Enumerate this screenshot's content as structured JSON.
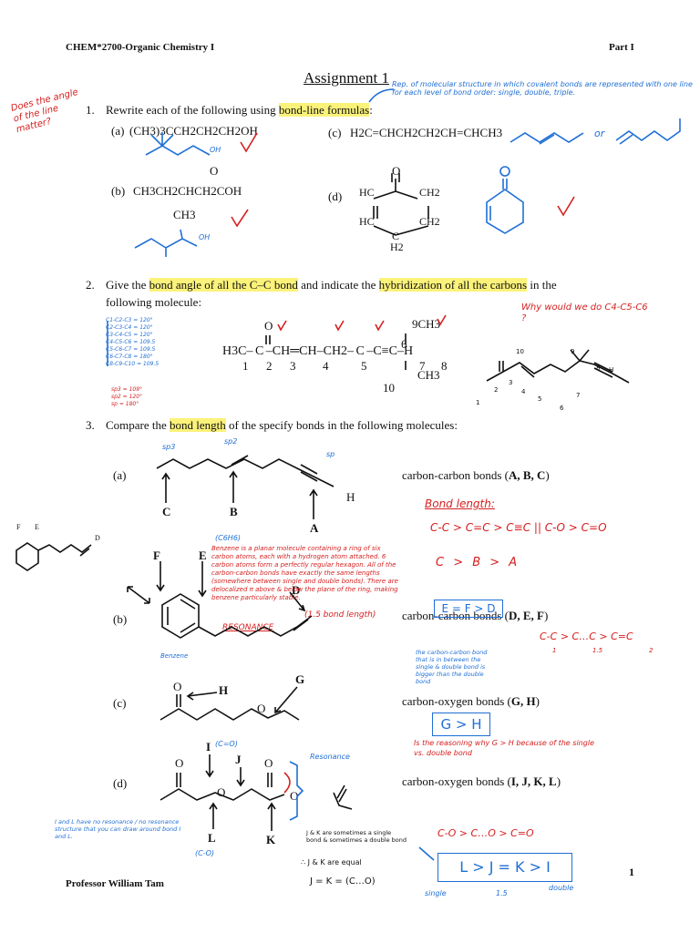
{
  "header": {
    "course": "CHEM*2700-Organic Chemistry I",
    "part": "Part I",
    "title": "Assignment 1",
    "footer_left": "Professor William Tam",
    "page_number": "1"
  },
  "q1": {
    "number": "1.",
    "text_before": "Rewrite each of the following using ",
    "highlight": "bond-line formulas",
    "text_after": ":",
    "a_label": "(a)",
    "a_formula": "(CH3)3CCH2CH2CH2OH",
    "b_label": "(b)",
    "b_formula": "CH3CH2CHCH2COH",
    "b_branch": "CH3",
    "b_carbonyl_o": "O",
    "c_label": "(c)",
    "c_formula": "H2C=CHCH2CH2CH=CHCH3",
    "or_text": "or",
    "d_label": "(d)",
    "d_o": "O",
    "d_hc1": "HC",
    "d_hc2": "HC",
    "d_ch2a": "CH2",
    "d_ch2b": "CH2",
    "d_h2": "H2",
    "d_c": "C",
    "a_oh": "OH",
    "b_oh": "OH",
    "note_red": "Does the angle of the line matter?",
    "note_blue": "Rep. of molecular structure in which covalent bonds are represented with one line for each level of bond order: single, double, triple."
  },
  "q2": {
    "number": "2.",
    "text1": "Give the ",
    "hl1": "bond angle of all the C–C bond",
    "text2": " and indicate the ",
    "hl2": "hybridization of all the carbons",
    "text3": " in the",
    "line2": "following molecule:",
    "chain": "H3C– C –CH═CH–CH2– C –C≡C–H",
    "numbers": [
      "1",
      "2",
      "3",
      "4",
      "5",
      "6",
      "7",
      "8"
    ],
    "top_o": "O",
    "top_ch3": "9CH3",
    "bot_ch3": "CH3",
    "bot_num": "10",
    "angles": [
      "C1-C2-C3 = 120°",
      "C2-C3-C4 = 120°",
      "C3-C4-C5 = 120°",
      "C4-C5-C6 = 109.5",
      "C5-C6-C7 = 109.5",
      "C6-C7-C8 = 180°",
      "C8-C9-C10 = 109.5"
    ],
    "hyb_key": [
      "sp3 = 109°",
      "sp2 = 120°",
      "sp = 180°"
    ],
    "note_red": "Why would we do C4-C5-C6 ?",
    "bl_nums": [
      "10",
      "9",
      "8",
      "H",
      "1",
      "2",
      "3",
      "4",
      "5",
      "6",
      "7"
    ]
  },
  "q3": {
    "number": "3.",
    "text1": "Compare the ",
    "hl": "bond length",
    "text2": " of the specify bonds in the following molecules:",
    "a_label": "(a)",
    "a_desc_pre": "carbon-carbon bonds (",
    "a_desc_b": "A, B, C",
    "a_desc_post": ")",
    "b_label": "(b)",
    "b_desc_pre": "carbon-carbon bonds (",
    "b_desc_b": "D, E, F",
    "b_desc_post": ")",
    "c_label": "(c)",
    "c_desc_pre": "carbon-oxygen bonds (",
    "c_desc_b": "G, H",
    "c_desc_post": ")",
    "d_label": "(d)",
    "d_desc_pre": "carbon-oxygen bonds (",
    "d_desc_b": "I, J, K, L",
    "d_desc_post": ")",
    "arrows": {
      "A": "A",
      "B": "B",
      "C": "C",
      "D": "D",
      "E": "E",
      "F": "F",
      "G": "G",
      "H": "H",
      "I": "I",
      "J": "J",
      "K": "K",
      "L": "L"
    },
    "hyb_labels": [
      "sp3",
      "sp2",
      "sp"
    ],
    "bond_length_title": "Bond length:",
    "bl_line1": "C-C > C=C > C≡C  ||  C-O > C=O",
    "bl_line2": "C > B > A",
    "benzene_note": "Benzene is a planar molecule containing a ring of six carbon atoms, each with a hydrogen atom attached. 6 carbon atoms form a perfectly regular hexagon. All of the carbon-carbon bonds have exactly the same lengths (somewhere between single and double bonds). There are delocalized π above & below the plane of the ring, making benzene particularly stable.",
    "resonance": "RESONANCE",
    "c6h6": "(C6H6)",
    "bl_15": "(1.5 bond length)",
    "benzene_lbl": "Benzene",
    "efd_box": "E = F > D",
    "efd_note": "the carbon-carbon bond that is in between the single & double bond is bigger than the double bond",
    "cc_order": "C-C > C…C > C=C",
    "cc_nums": [
      "1",
      "1.5",
      "2"
    ],
    "gh_box": "G > H",
    "gh_note": "Is the reasoning why G > H because of the single vs. double bond",
    "i_note": "(C=O)",
    "l_note": "(C-O)",
    "resonance_d": "Resonance",
    "o_minus": "O",
    "jk_note": "J & K are sometimes a single bond & sometimes a double bond",
    "jk_equal": "∴ J & K are equal",
    "jk_eq2": "J = K = (C…O)",
    "il_note": "I and L have no resonance / no resonance structure that you can draw around bond I and L.",
    "co_order": "C-O > C…O > C=O",
    "final_box": "L > J = K > I",
    "final_single": "single",
    "final_15": "1.5",
    "final_double": "double",
    "fed_labels": [
      "F",
      "E",
      "D"
    ]
  }
}
